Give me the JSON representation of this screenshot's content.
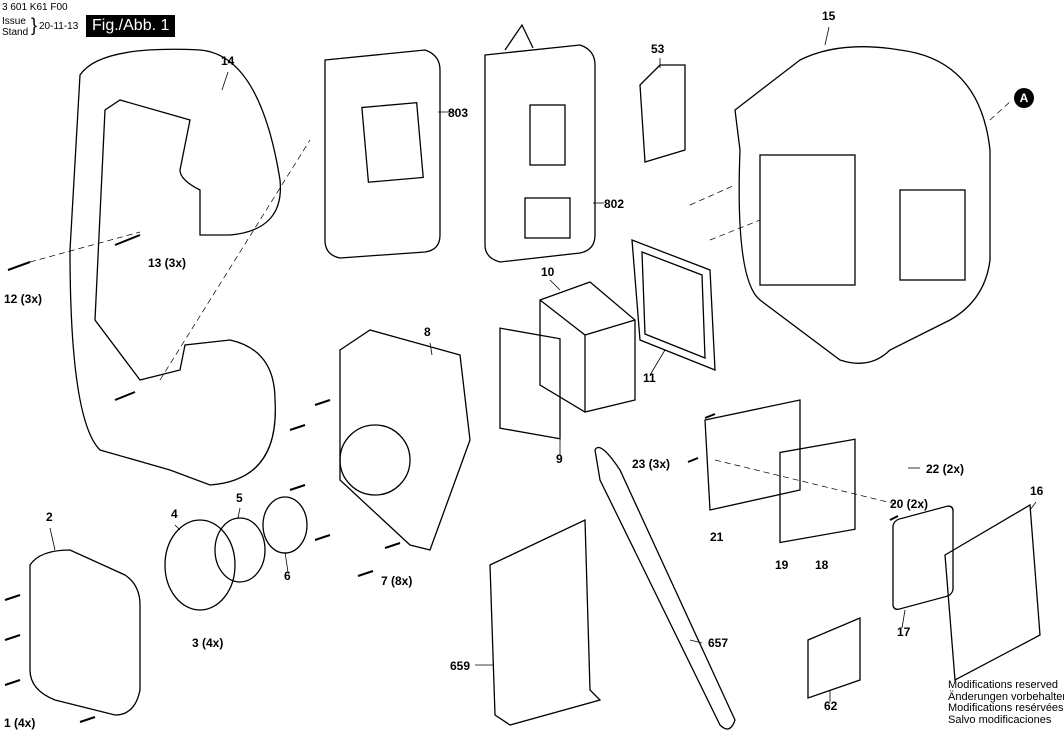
{
  "header": {
    "part_number": "3 601 K61 F00",
    "issue_label": "Issue",
    "stand_label": "Stand",
    "date": "20-11-13",
    "figure": "Fig./Abb. 1"
  },
  "marker": "A",
  "labels": {
    "p14": "14",
    "p803": "803",
    "p802": "802",
    "p53": "53",
    "p15": "15",
    "p12": "12 (3x)",
    "p13": "13 (3x)",
    "p10": "10",
    "p11": "11",
    "p8": "8",
    "p9": "9",
    "p2": "2",
    "p4": "4",
    "p5": "5",
    "p6": "6",
    "p7": "7 (8x)",
    "p3": "3 (4x)",
    "p1": "1 (4x)",
    "p23": "23 (3x)",
    "p22": "22 (2x)",
    "p20": "20 (2x)",
    "p21": "21",
    "p19": "19",
    "p18": "18",
    "p16": "16",
    "p17": "17",
    "p657": "657",
    "p659": "659",
    "p62": "62"
  },
  "notes": [
    "Modifications reserved",
    "Änderungen vorbehalten",
    "Modifications resérvées",
    "Salvo modificaciones"
  ]
}
